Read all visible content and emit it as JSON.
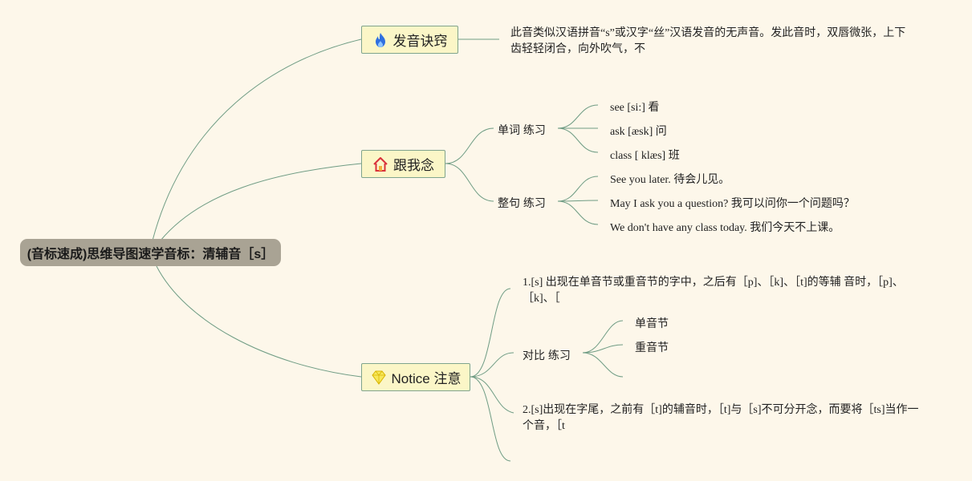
{
  "root": {
    "label": "(音标速成)思维导图速学音标：清辅音［s］"
  },
  "branches": {
    "pronunciation": {
      "label": "发音诀窍",
      "icon": "fire-icon",
      "text": "此音类似汉语拼音“s”或汉字“丝”汉语发音的无声音。发此音时，双唇微张，上下齿轻轻闭合，向外吹气，不"
    },
    "practice": {
      "label": "跟我念",
      "icon": "house-icon",
      "groups": [
        {
          "label": "单词 练习",
          "items": [
            "see [si:] 看",
            "ask [æsk] 问",
            "class [ klæs] 班"
          ]
        },
        {
          "label": "整句 练习",
          "items": [
            "See you later. 待会儿见。",
            "May I ask you a question? 我可以问你一个问题吗？",
            "We don't have any class today. 我们今天不上课。"
          ]
        }
      ]
    },
    "notice": {
      "label": "Notice 注意",
      "icon": "gem-icon",
      "note1": "1.[s] 出现在单音节或重音节的字中，之后有［p]、［k]、［t]的等辅 音时，［p]、［k]、［",
      "compare": {
        "label": "对比 练习",
        "items": [
          "单音节",
          "重音节"
        ]
      },
      "note2": "2.[s]出现在字尾，之前有［t]的辅音时，［t]与［s]不可分开念，而要将［ts]当作一个音，［t"
    }
  },
  "colors": {
    "background": "#fdf7ea",
    "line": "#6f9c84",
    "root": "#a9a394",
    "node": "#fbf6c7"
  }
}
